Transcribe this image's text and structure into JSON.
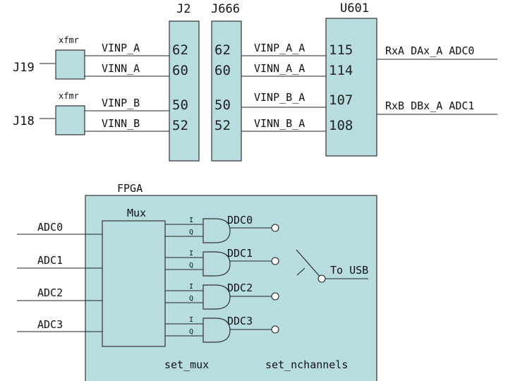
{
  "connectors": {
    "j19": "J19",
    "j18": "J18",
    "j2": "J2",
    "j666": "J666",
    "u601": "U601"
  },
  "transformers": {
    "top": "xfmr",
    "bottom": "xfmr"
  },
  "signals": {
    "vinp_a": "VINP_A",
    "vinn_a": "VINN_A",
    "vinp_b": "VINP_B",
    "vinn_b": "VINN_B",
    "vinp_a_a": "VINP_A_A",
    "vinn_a_a": "VINN_A_A",
    "vinp_b_a": "VINP_B_A",
    "vinn_b_a": "VINN_B_A"
  },
  "pins": {
    "j2": [
      "62",
      "60",
      "50",
      "52"
    ],
    "j666": [
      "62",
      "60",
      "50",
      "52"
    ],
    "u601": [
      "115",
      "114",
      "107",
      "108"
    ]
  },
  "outputs": {
    "rxa": "RxA DAx_A ADC0",
    "rxb": "RxB DBx_A ADC1"
  },
  "fpga": {
    "title": "FPGA",
    "mux_label": "Mux",
    "inputs": [
      "ADC0",
      "ADC1",
      "ADC2",
      "ADC3"
    ],
    "ddcs": [
      "DDC0",
      "DDC1",
      "DDC2",
      "DDC3"
    ],
    "i_label": "I",
    "q_label": "Q",
    "to_usb": "To USB",
    "set_mux": "set_mux",
    "set_nchannels": "set_nchannels"
  }
}
